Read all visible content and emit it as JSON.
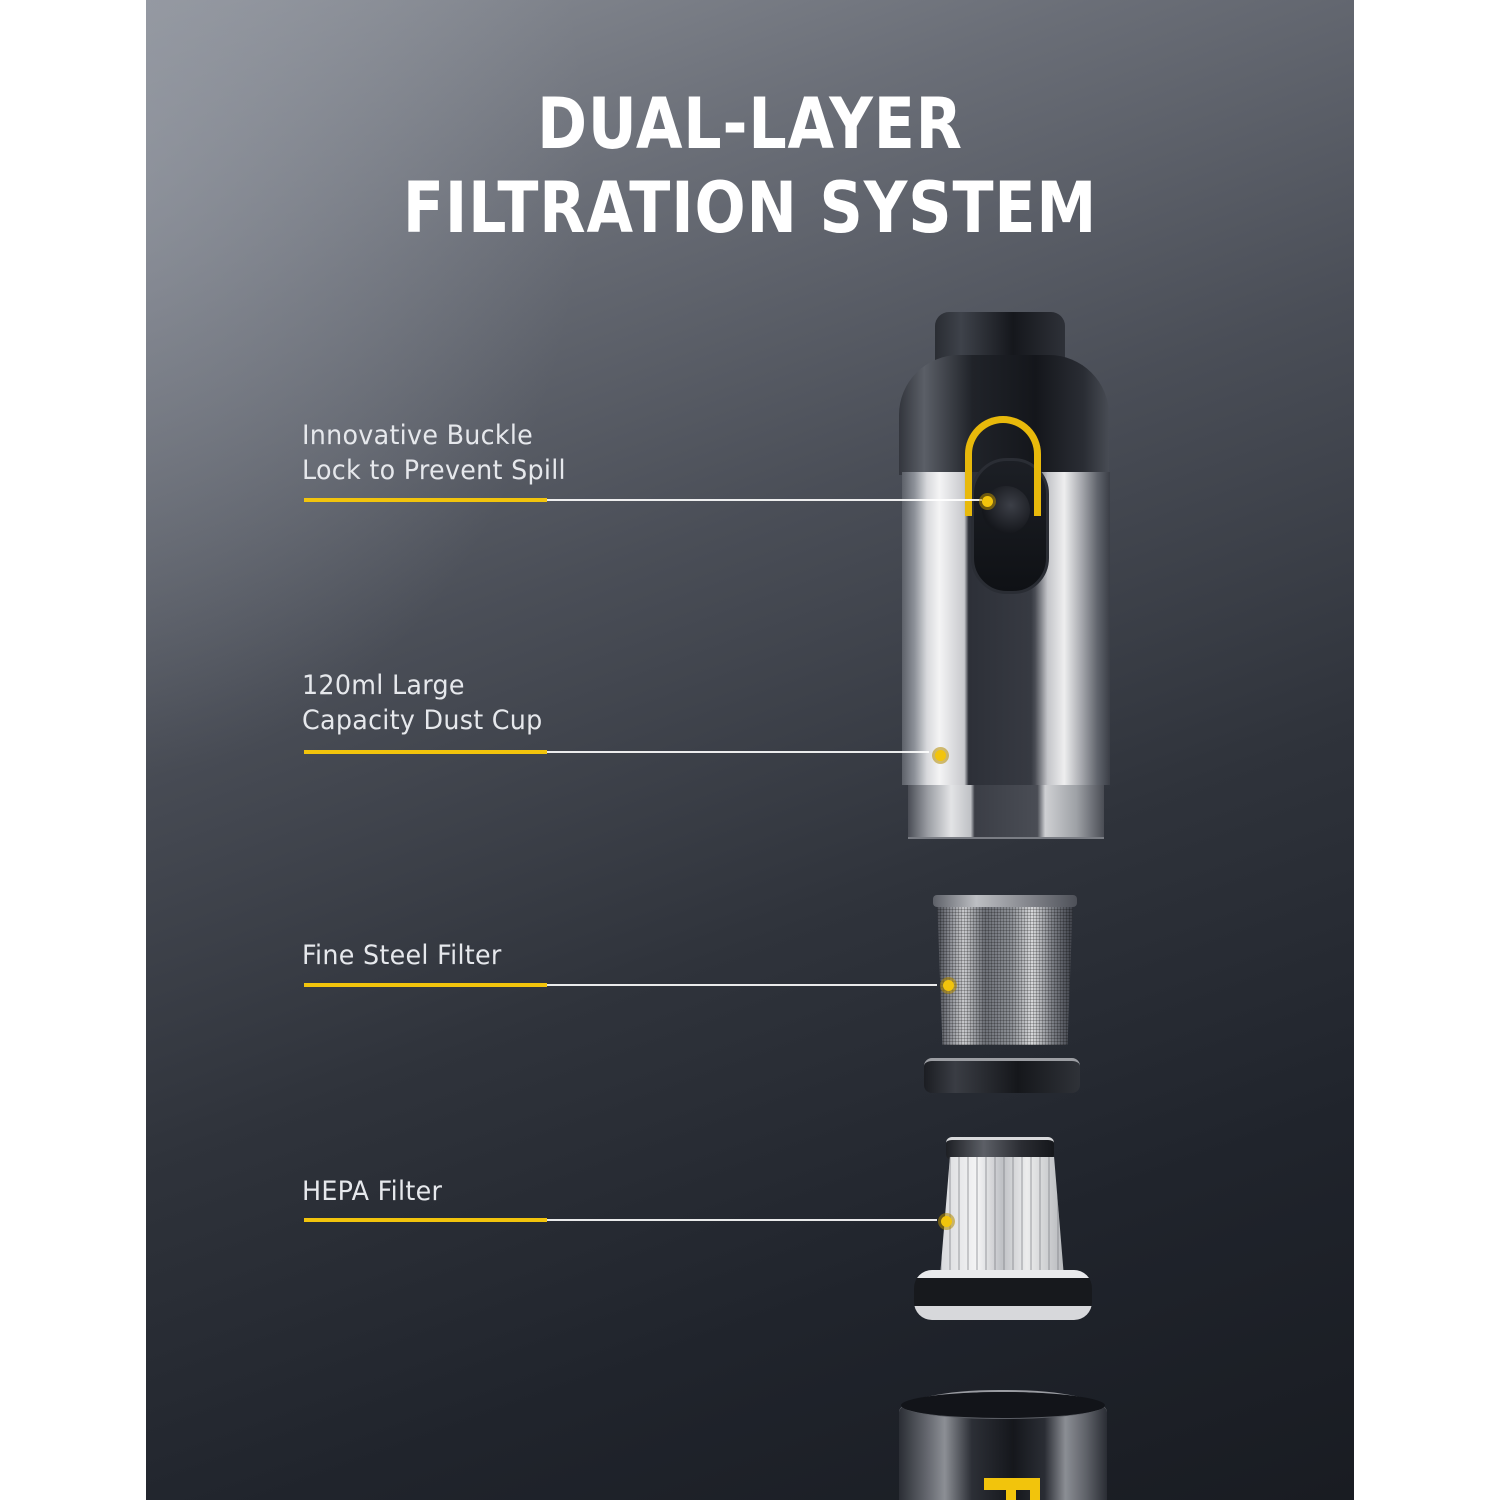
{
  "title": {
    "line1": "DUAL-LAYER",
    "line2": "FILTRATION SYSTEM"
  },
  "callouts": [
    {
      "label": "Innovative Buckle\nLock to Prevent Spill",
      "target": "buckle-lock"
    },
    {
      "label": "120ml Large\nCapacity Dust Cup",
      "target": "dust-cup"
    },
    {
      "label": "Fine Steel Filter",
      "target": "steel-filter"
    },
    {
      "label": "HEPA Filter",
      "target": "hepa-filter"
    }
  ],
  "colors": {
    "accent": "#f2c40c",
    "text": "#e6e8ec",
    "title": "#ffffff",
    "background_light": "#8d9199",
    "background_dark": "#191c22",
    "page_margin": "#ffffff"
  },
  "icons": {
    "callout_marker": "yellow-dot-icon",
    "brand_mark": "brand-logo-icon"
  }
}
